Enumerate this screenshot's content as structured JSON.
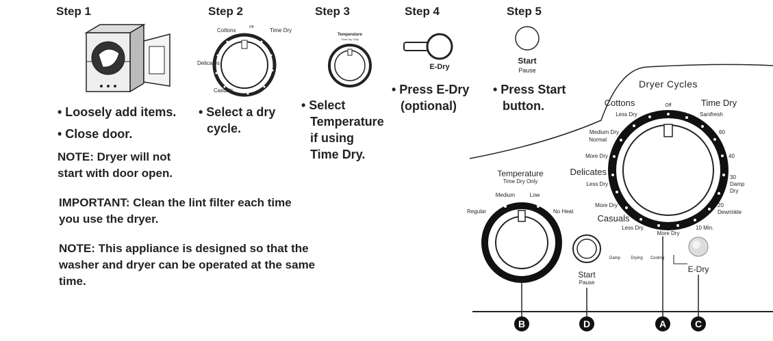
{
  "steps": [
    {
      "title": "Step 1",
      "bullets": [
        "• Loosely add items.",
        "• Close door."
      ],
      "note": [
        "NOTE: Dryer will not",
        "start with door open."
      ]
    },
    {
      "title": "Step 2",
      "bullets": [
        "• Select a dry",
        "cycle."
      ],
      "dial_labels": {
        "cottons": "Cottons",
        "off": "Off",
        "time_dry": "Time Dry",
        "delicates": "Delicates",
        "casuals": "Casuals"
      }
    },
    {
      "title": "Step 3",
      "bullets": [
        "• Select",
        "Temperature",
        "if using",
        "Time Dry."
      ],
      "dial_labels": {
        "temperature": "Temperature",
        "sub": "Time Dry Only"
      }
    },
    {
      "title": "Step 4",
      "bullets": [
        "• Press E-Dry",
        "(optional)"
      ],
      "button_label": "E-Dry"
    },
    {
      "title": "Step 5",
      "bullets": [
        "• Press Start",
        "button."
      ],
      "button_label": "Start",
      "button_sub": "Pause"
    }
  ],
  "important": [
    "IMPORTANT: Clean the lint filter each time",
    "you use the dryer."
  ],
  "note2": [
    "NOTE: This appliance is designed so that the",
    "washer and dryer can be operated at the same",
    "time."
  ],
  "panel": {
    "dryer_cycles": "Dryer Cycles",
    "cottons": "Cottons",
    "time_dry": "Time Dry",
    "off": "Off",
    "less_dry_1": "Less Dry",
    "sanifresh": "Sanifresh",
    "medium_dry": "Medium Dry",
    "normal": "Normal",
    "sixty": "60",
    "more_dry_1": "More Dry",
    "forty": "40",
    "delicates": "Delicates",
    "less_dry_2": "Less Dry",
    "thirty": "30",
    "damp": "Damp",
    "dry": "Dry",
    "more_dry_2": "More Dry",
    "twenty": "20",
    "dewrinkle": "Dewrinkle",
    "casuals": "Casuals",
    "less_dry_3": "Less Dry",
    "ten_min": "10 Min.",
    "more_dry_3": "More Dry",
    "temperature": "Temperature",
    "time_dry_only": "Time Dry Only",
    "medium": "Medium",
    "low": "Low",
    "regular": "Regular",
    "no_heat": "No Heat",
    "damp_s": "Damp",
    "drying": "Drying",
    "cooling": "Cooling",
    "start": "Start",
    "pause": "Pause",
    "edry": "E-Dry",
    "markers": [
      "B",
      "D",
      "A",
      "C"
    ]
  }
}
